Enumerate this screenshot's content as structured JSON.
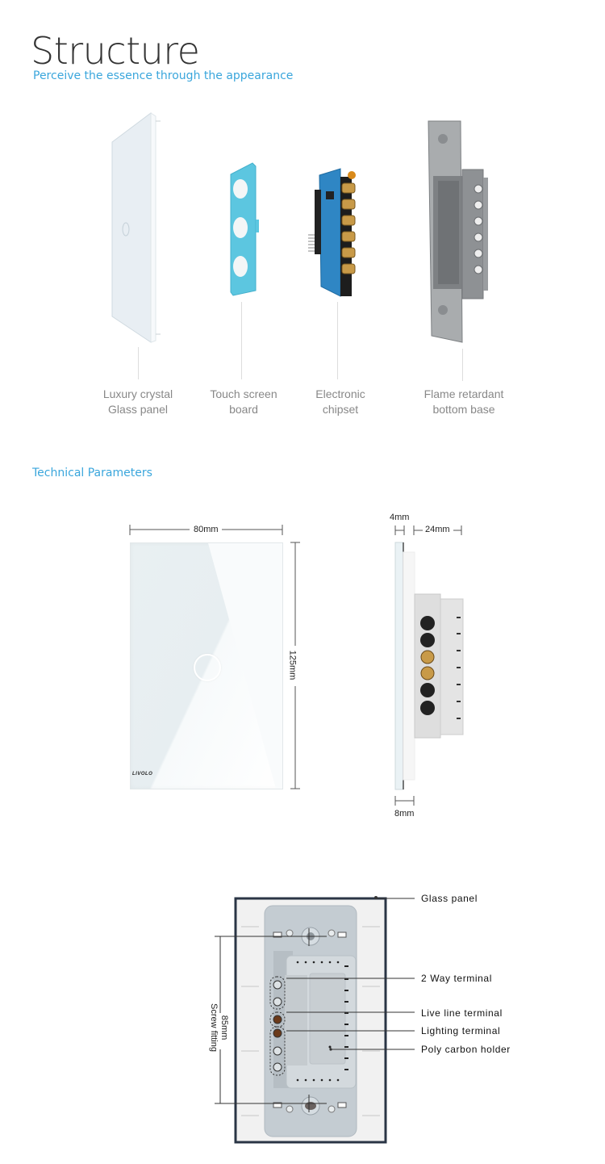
{
  "header": {
    "title": "Structure",
    "subtitle": "Perceive the essence  through the appearance"
  },
  "structure": {
    "parts": [
      {
        "name": "glass-panel",
        "line1": "Luxury crystal",
        "line2": "Glass panel"
      },
      {
        "name": "touch-screen-board",
        "line1": "Touch screen",
        "line2": "board"
      },
      {
        "name": "electronic-chipset",
        "line1": "Electronic",
        "line2": "chipset"
      },
      {
        "name": "bottom-base",
        "line1": "Flame retardant",
        "line2": "bottom base"
      }
    ]
  },
  "technical": {
    "section_title": "Technical Parameters",
    "front": {
      "width_label": "80mm",
      "height_label": "125mm",
      "brand": "LIVOLO"
    },
    "side": {
      "glass_thickness_label": "4mm",
      "depth_label": "24mm",
      "panel_thickness_label": "8mm"
    }
  },
  "back_view": {
    "screw_fitting_value": "85mm",
    "screw_fitting_label": "Screw fitting",
    "callouts": [
      "Glass panel",
      "2 Way terminal",
      "Live line terminal",
      "Lighting terminal",
      "Poly carbon holder"
    ]
  },
  "colors": {
    "accent": "#3aa6dc",
    "touch_board": "#5cc6e0",
    "pcb": "#2f86c4",
    "base_gray": "#8e9194",
    "frame_dark": "#2a3545"
  }
}
